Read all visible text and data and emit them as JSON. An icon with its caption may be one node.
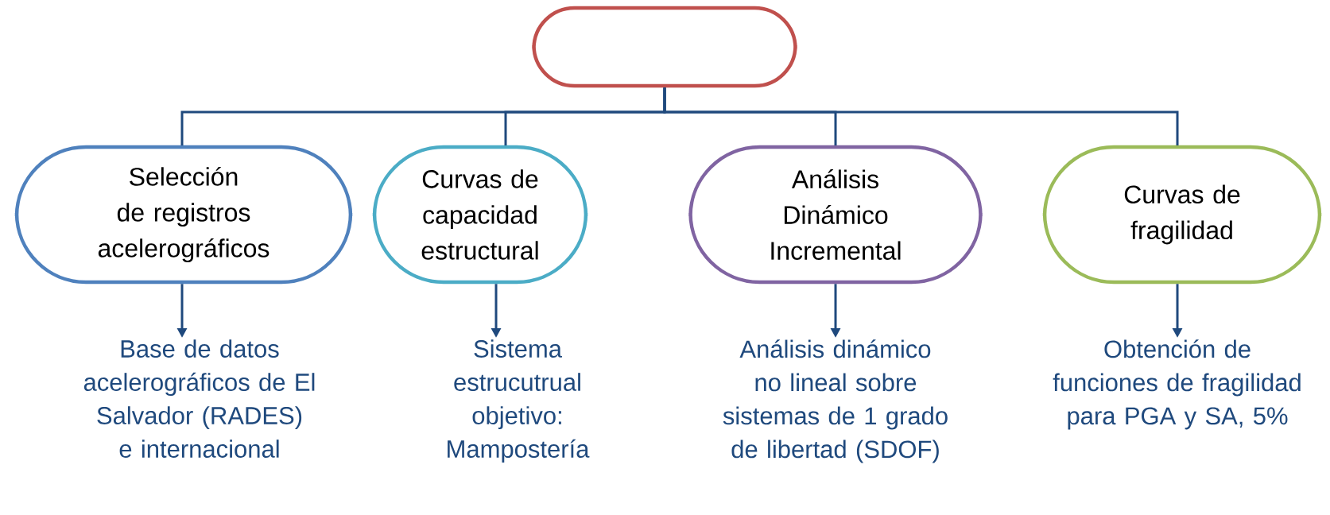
{
  "diagram": {
    "nodes": [
      {
        "text": [],
        "shape": "box"
      },
      {
        "text": [
          "Selección de registros acelerográficos"
        ]
      },
      {
        "text": [
          "Curvas de capacidad estructural"
        ]
      },
      {
        "text": [
          "Análisis Dinámico Incremental"
        ]
      },
      {
        "text": [
          "Curvas de fragilidad"
        ]
      },
      {
        "text": [
          "Base de datos acelerográficos de El Salvador (RADES) e internacional"
        ]
      },
      {
        "text": [
          "Sistema estrucutrual objetivo: Mampostería"
        ]
      },
      {
        "text": [
          "Análisis dinámico no lineal sobre sistemas de 1 grado de libertad (SDOF)"
        ]
      },
      {
        "text": [
          "Obtención de funciones de fragilidad para PGA y SA, 5%"
        ]
      }
    ],
    "edges": [
      {
        "from": 0,
        "to": 1,
        "arrow": "none"
      },
      {
        "from": 0,
        "to": 2,
        "arrow": "none"
      },
      {
        "from": 0,
        "to": 3,
        "arrow": "none"
      },
      {
        "from": 0,
        "to": 4,
        "arrow": "none"
      },
      {
        "from": 1,
        "to": 5,
        "arrow": "to"
      },
      {
        "from": 2,
        "to": 6,
        "arrow": "to"
      },
      {
        "from": 3,
        "to": 7,
        "arrow": "to"
      },
      {
        "from": 4,
        "to": 8,
        "arrow": "to"
      }
    ]
  }
}
